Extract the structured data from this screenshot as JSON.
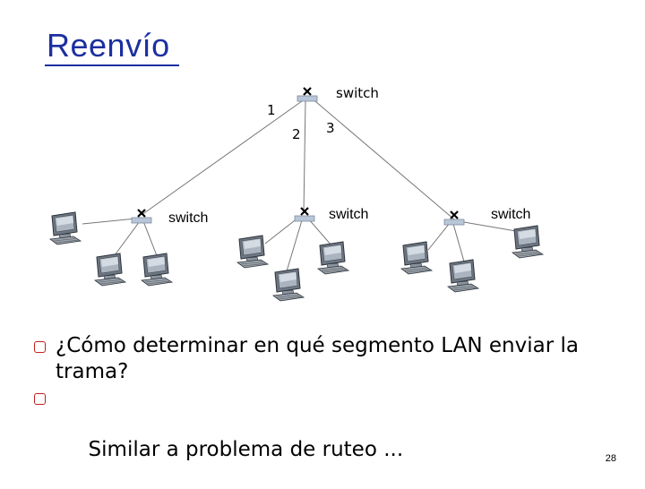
{
  "slide": {
    "title": "Reenvío",
    "page_number": "28"
  },
  "diagram": {
    "top_switch_label": "switch",
    "port_labels": [
      "1",
      "2",
      "3"
    ],
    "left_switch_label": "switch",
    "middle_switch_label": "switch",
    "right_switch_label": "switch",
    "icons": {
      "switch": "switch-x-icon",
      "host": "desktop-computer-icon"
    },
    "colors": {
      "title": "#1c2fa0",
      "bullet": "#c0201d",
      "switch_box": "#b8c6d8"
    }
  },
  "bullets": [
    "¿Cómo determinar en qué segmento LAN enviar la trama?",
    " Similar a problema de ruteo ..."
  ]
}
